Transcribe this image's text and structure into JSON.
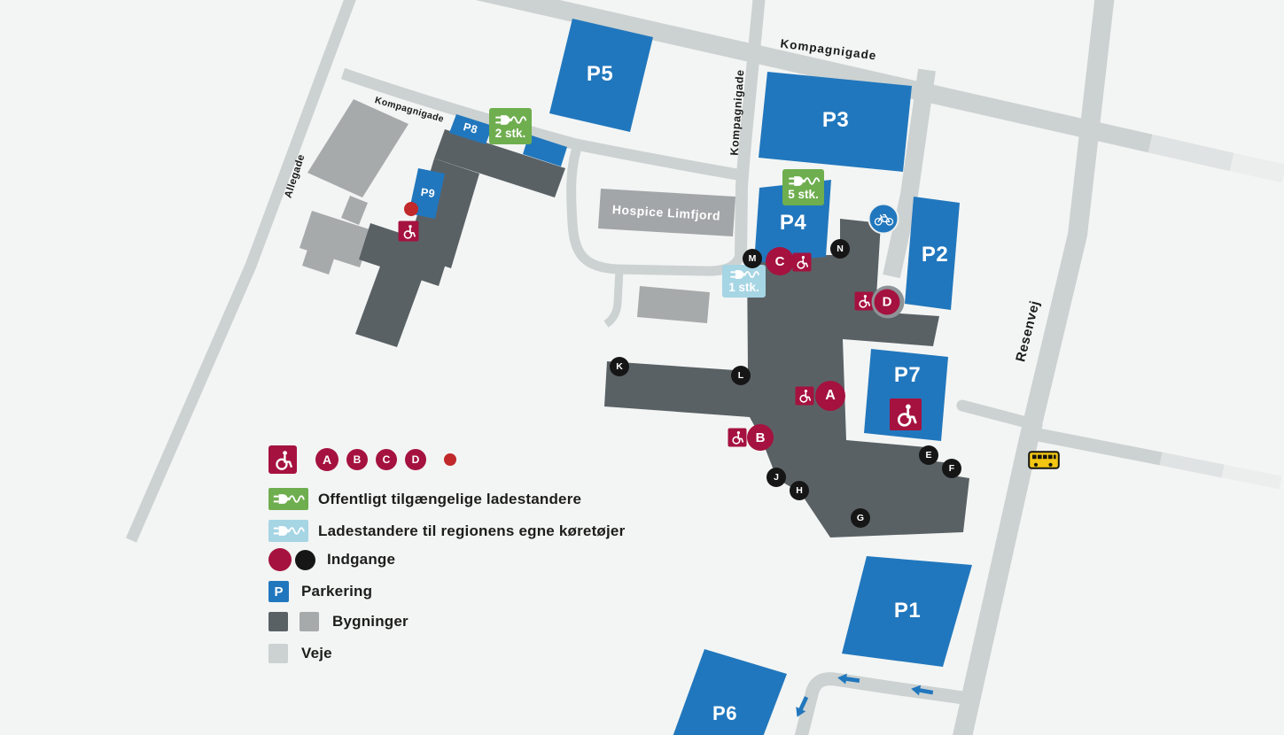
{
  "map": {
    "streets": {
      "kompagnigade_top": "Kompagnigade",
      "kompagnigade_vertical": "Kompagnigade",
      "kompagnigade_west": "Kompagnigade",
      "allegade": "Allegade",
      "resenvej": "Resenvej"
    },
    "hospice_label": "Hospice Limfjord",
    "parkings": [
      "P1",
      "P2",
      "P3",
      "P4",
      "P5",
      "P6",
      "P7",
      "P8",
      "P9"
    ],
    "chargers": {
      "public_west_count": "2 stk.",
      "public_main_count": "5 stk.",
      "regional_count": "1 stk."
    },
    "entrances_main": [
      "A",
      "B",
      "C",
      "D"
    ],
    "entrances_secondary": [
      "E",
      "F",
      "G",
      "H",
      "J",
      "K",
      "L",
      "M",
      "N"
    ]
  },
  "legend": {
    "letters": [
      "A",
      "B",
      "C",
      "D"
    ],
    "public_chargers_label": "Offentligt tilgængelige ladestandere",
    "regional_chargers_label": "Ladestandere til regionens egne køretøjer",
    "entrances_label": "Indgange",
    "parking_label": "Parkering",
    "parking_symbol": "P",
    "buildings_label": "Bygninger",
    "roads_label": "Veje"
  },
  "colors": {
    "parking_blue": "#2177bd",
    "entrance_red": "#a5123f",
    "entrance_black": "#161616",
    "public_charger_green": "#6fae4f",
    "regional_charger_blue": "#a6d5e4",
    "building_dark": "#5a6165",
    "building_light": "#a7aaab",
    "road_gray": "#ccd2d1",
    "dot_red": "#c1292b",
    "bus_yellow": "#f3c613"
  }
}
